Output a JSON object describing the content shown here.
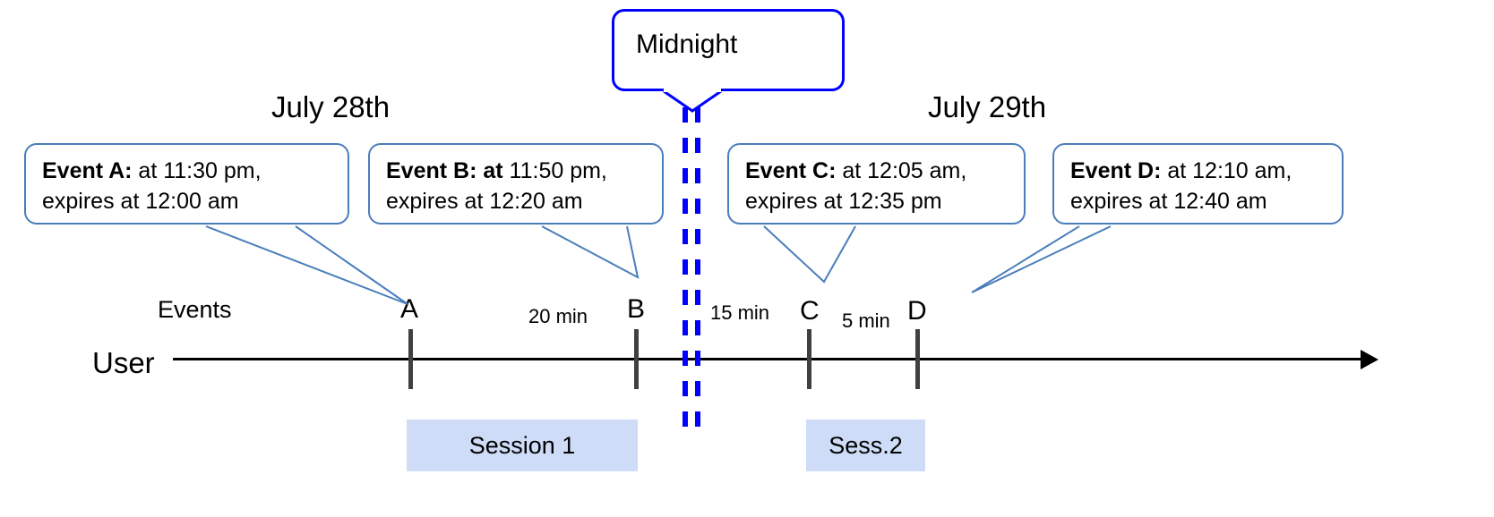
{
  "diagram": {
    "title_midnight": "Midnight",
    "dates": [
      {
        "label": "July 28th"
      },
      {
        "label": "July 29th"
      }
    ],
    "row_labels": {
      "events": "Events",
      "user": "User"
    },
    "events": [
      {
        "letter": "A",
        "bold": "Event A:",
        "rest": " at 11:30 pm,",
        "line2": "expires at 12:00 am"
      },
      {
        "letter": "B",
        "bold": "Event B: at",
        "rest": " 11:50 pm,",
        "line2": "expires at 12:20 am"
      },
      {
        "letter": "C",
        "bold": "Event C:",
        "rest": " at 12:05 am,",
        "line2": "expires at 12:35 pm"
      },
      {
        "letter": "D",
        "bold": "Event D:",
        "rest": "  at 12:10 am,",
        "line2": "expires at 12:40 am"
      }
    ],
    "gaps": [
      {
        "label": "20 min"
      },
      {
        "label": "15 min"
      },
      {
        "label": "5 min"
      }
    ],
    "sessions": [
      {
        "label": "Session 1"
      },
      {
        "label": "Sess.2"
      }
    ],
    "colors": {
      "callout_border": "#4A7EBB",
      "midnight_border": "#0000FF",
      "midnight_dash": "#0000FF",
      "session_fill": "#CEDCF7",
      "axis": "#000000",
      "tick": "#404040"
    }
  }
}
